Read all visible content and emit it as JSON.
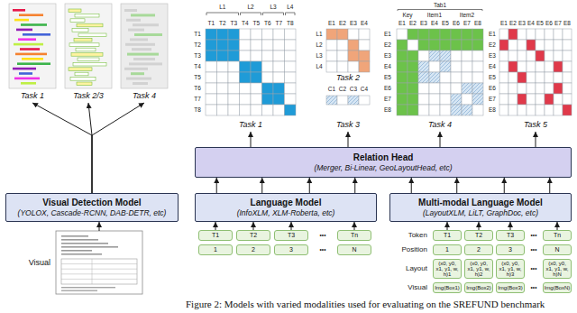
{
  "diagram": {
    "caption": "Figure 2: Models with varied modalities used for evaluating on the SREFUND benchmark",
    "nodes": [
      {
        "text": [
          "Task 1"
        ]
      },
      {
        "text": [
          "Task 2/3"
        ]
      },
      {
        "text": [
          "Task 4"
        ]
      },
      {
        "text": [
          "Task 1"
        ]
      },
      {
        "text": [
          "Task 2",
          "Task 3"
        ]
      },
      {
        "text": [
          "Task 4"
        ]
      },
      {
        "text": [
          "Task 5"
        ]
      },
      {
        "text": [
          "Relation Head",
          "(Merger, Bi-Linear, GeoLayoutHead, etc)"
        ]
      },
      {
        "text": [
          "Visual Detection Model",
          "(YOLOX, Cascade-RCNN, DAB-DETR, etc)"
        ]
      },
      {
        "text": [
          "Language Model",
          "(InfoXLM, XLM-Roberta, etc)"
        ]
      },
      {
        "text": [
          "Multi-modal Language Model",
          "(LayoutXLM, LiLT, GraphDoc, etc)"
        ]
      },
      {
        "text": [
          "Visual"
        ]
      },
      {
        "text": [
          "T1"
        ]
      },
      {
        "text": [
          "T2"
        ]
      },
      {
        "text": [
          "T3"
        ]
      },
      {
        "text": [
          "Tn"
        ]
      },
      {
        "text": [
          "1"
        ]
      },
      {
        "text": [
          "2"
        ]
      },
      {
        "text": [
          "3"
        ]
      },
      {
        "text": [
          "N"
        ]
      },
      {
        "text": [
          "T1"
        ]
      },
      {
        "text": [
          "T2"
        ]
      },
      {
        "text": [
          "T3"
        ]
      },
      {
        "text": [
          "Tn"
        ]
      },
      {
        "text": [
          "1"
        ]
      },
      {
        "text": [
          "2"
        ]
      },
      {
        "text": [
          "3"
        ]
      },
      {
        "text": [
          "N"
        ]
      },
      {
        "text": [
          "(x0, y0, x1, y1, w, h)1"
        ]
      },
      {
        "text": [
          "(x0, y0, x1, y1, w, h)2"
        ]
      },
      {
        "text": [
          "(x0, y0, x1, y1, w, h)3"
        ]
      },
      {
        "text": [
          "(x0, y0, x1, y1, w, h)N"
        ]
      },
      {
        "text": [
          "Img(Box1)"
        ]
      },
      {
        "text": [
          "Img(Box2)"
        ]
      },
      {
        "text": [
          "Img(Box3)"
        ]
      },
      {
        "text": [
          "Img(BoxN)"
        ]
      }
    ],
    "edges": [
      {
        "from": 11,
        "to": 8,
        "arrow": "to"
      },
      {
        "from": 8,
        "to": 0,
        "arrow": "to"
      },
      {
        "from": 8,
        "to": 1,
        "arrow": "to"
      },
      {
        "from": 8,
        "to": 2,
        "arrow": "to"
      },
      {
        "from": 9,
        "to": 7,
        "arrow": "to"
      },
      {
        "from": 9,
        "to": 7,
        "arrow": "to"
      },
      {
        "from": 9,
        "to": 7,
        "arrow": "to"
      },
      {
        "from": 9,
        "to": 7,
        "arrow": "to"
      },
      {
        "from": 10,
        "to": 7,
        "arrow": "to"
      },
      {
        "from": 10,
        "to": 7,
        "arrow": "to"
      },
      {
        "from": 10,
        "to": 7,
        "arrow": "to"
      },
      {
        "from": 10,
        "to": 7,
        "arrow": "to"
      },
      {
        "from": 7,
        "to": 3,
        "arrow": "to"
      },
      {
        "from": 7,
        "to": 4,
        "arrow": "to"
      },
      {
        "from": 7,
        "to": 5,
        "arrow": "to"
      },
      {
        "from": 7,
        "to": 6,
        "arrow": "to"
      },
      {
        "from": 12,
        "to": 9,
        "arrow": "to"
      },
      {
        "from": 13,
        "to": 9,
        "arrow": "to"
      },
      {
        "from": 14,
        "to": 9,
        "arrow": "to"
      },
      {
        "from": 15,
        "to": 9,
        "arrow": "to"
      },
      {
        "from": 20,
        "to": 10,
        "arrow": "to"
      },
      {
        "from": 21,
        "to": 10,
        "arrow": "to"
      },
      {
        "from": 22,
        "to": 10,
        "arrow": "to"
      },
      {
        "from": 23,
        "to": 10,
        "arrow": "to"
      }
    ],
    "labels": [
      "T1",
      "T2",
      "T3",
      "T4",
      "T5",
      "T6",
      "T7",
      "T8",
      "T1",
      "T2",
      "T3",
      "T4",
      "T5",
      "T6",
      "T7",
      "T8",
      "L1",
      "L2",
      "L3",
      "L4",
      "E1",
      "E2",
      "E3",
      "E4",
      "L1",
      "L2",
      "L3",
      "L4",
      "C1",
      "C2",
      "C3",
      "C4",
      "Tab1",
      "Key",
      "Item1",
      "Item2",
      "E1",
      "E2",
      "E3",
      "E4",
      "E5",
      "E6",
      "E7",
      "E8",
      "E1",
      "E2",
      "E3",
      "E4",
      "E5",
      "E6",
      "E7",
      "E8",
      "E1",
      "E2",
      "E3",
      "E4",
      "E5",
      "E6",
      "E7",
      "E8",
      "E1",
      "E2",
      "E3",
      "E4",
      "E5",
      "E6",
      "E7",
      "E8",
      "Token",
      "Position",
      "Layout",
      "Visual",
      "•••",
      "•••",
      "•••",
      "•••",
      "•••",
      "•••"
    ]
  }
}
